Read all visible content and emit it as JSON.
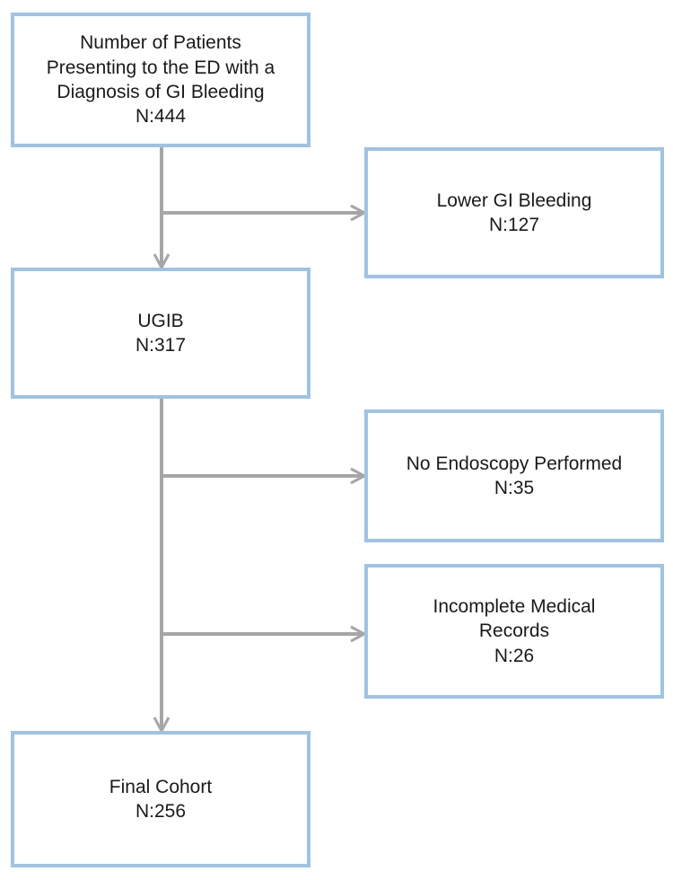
{
  "flowchart": {
    "colors": {
      "box_border": "#9dc3e6",
      "connector": "#a6a6a6"
    },
    "nodes": {
      "start": {
        "lines": [
          "Number of Patients",
          "Presenting to the ED with a",
          "Diagnosis of GI Bleeding",
          "N:444"
        ]
      },
      "lower_gi": {
        "lines": [
          "Lower GI Bleeding",
          "N:127"
        ]
      },
      "ugib": {
        "lines": [
          "UGIB",
          "N:317"
        ]
      },
      "no_endoscopy": {
        "lines": [
          "No Endoscopy Performed",
          "N:35"
        ]
      },
      "incomplete": {
        "lines": [
          "Incomplete Medical",
          "Records",
          "N:26"
        ]
      },
      "final": {
        "lines": [
          "Final Cohort",
          "N:256"
        ]
      }
    },
    "edges": [
      {
        "from": "start",
        "to": "ugib"
      },
      {
        "from": "start",
        "to": "lower_gi"
      },
      {
        "from": "ugib",
        "to": "final"
      },
      {
        "from": "ugib",
        "to": "no_endoscopy"
      },
      {
        "from": "ugib",
        "to": "incomplete"
      }
    ]
  }
}
